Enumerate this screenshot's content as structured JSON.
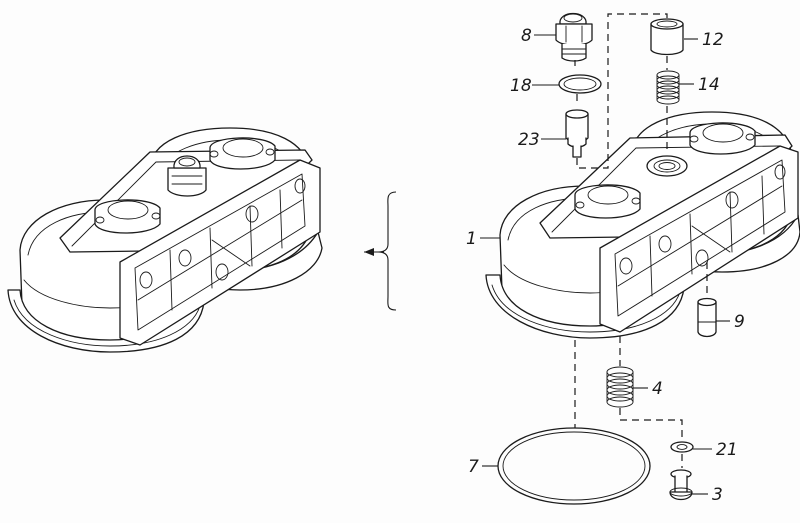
{
  "callouts": {
    "c1": "1",
    "c3": "3",
    "c4": "4",
    "c7": "7",
    "c8": "8",
    "c9": "9",
    "c12": "12",
    "c14": "14",
    "c18": "18",
    "c21": "21",
    "c23": "23"
  }
}
